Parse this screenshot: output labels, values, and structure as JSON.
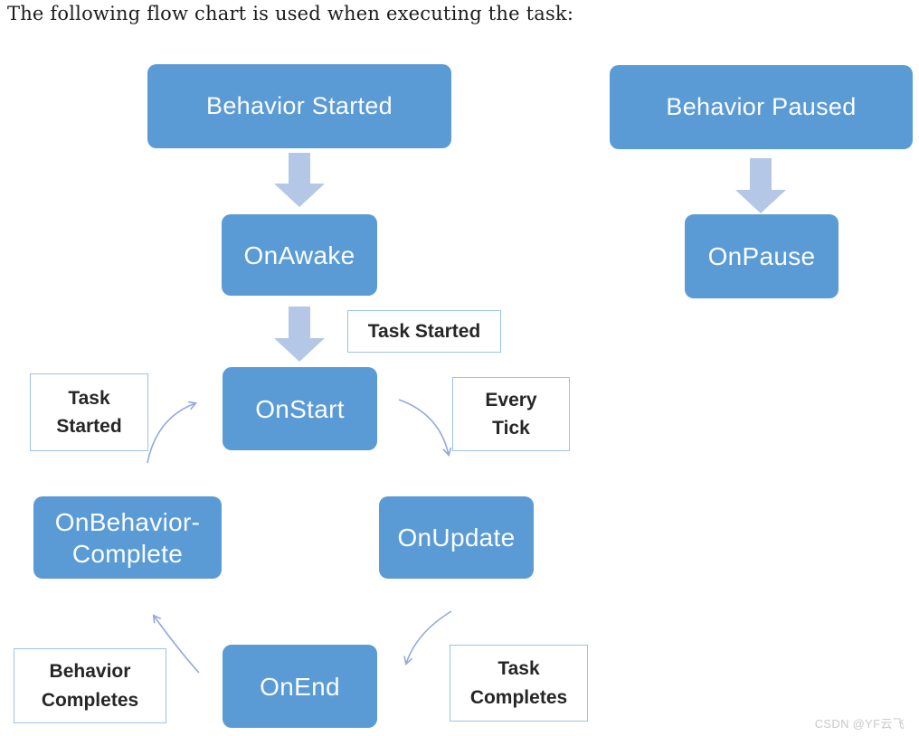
{
  "page": {
    "title": "The following flow chart is used when executing the task:",
    "watermark": "CSDN @YF云飞"
  },
  "colors": {
    "node_fill": "#5B9BD5",
    "node_text": "#FBFDFF",
    "block_arrow_fill": "#B4C7E7",
    "connector_stroke": "#8FAADC",
    "label_border": "#9DC3E6",
    "label_text": "#262626"
  },
  "flowchart": {
    "nodes": [
      {
        "id": "behavior-started",
        "label": "Behavior Started"
      },
      {
        "id": "onawake",
        "label": "OnAwake"
      },
      {
        "id": "onstart",
        "label": "OnStart"
      },
      {
        "id": "onupdate",
        "label": "OnUpdate"
      },
      {
        "id": "onend",
        "label": "OnEnd"
      },
      {
        "id": "onbehavior-complete",
        "label": "OnBehavior-\nComplete"
      },
      {
        "id": "behavior-paused",
        "label": "Behavior Paused"
      },
      {
        "id": "onpause",
        "label": "OnPause"
      }
    ],
    "edge_labels": [
      {
        "id": "task-started-top",
        "text": "Task Started"
      },
      {
        "id": "task-started-left",
        "text": "Task\nStarted"
      },
      {
        "id": "every-tick",
        "text": "Every\nTick"
      },
      {
        "id": "task-completes",
        "text": "Task\nCompletes"
      },
      {
        "id": "behavior-completes",
        "text": "Behavior\nCompletes"
      }
    ],
    "arrows": [
      {
        "name": "block-arrow-behavior-started-to-onawake",
        "type": "block-down"
      },
      {
        "name": "block-arrow-onawake-to-onstart",
        "type": "block-down"
      },
      {
        "name": "block-arrow-behavior-paused-to-onpause",
        "type": "block-down"
      },
      {
        "name": "connector-to-onstart",
        "type": "curved"
      },
      {
        "name": "connector-onstart-to-onupdate",
        "type": "curved"
      },
      {
        "name": "connector-onupdate-to-onend",
        "type": "curved"
      },
      {
        "name": "connector-onend-to-onbehavior-complete",
        "type": "curved"
      }
    ]
  }
}
